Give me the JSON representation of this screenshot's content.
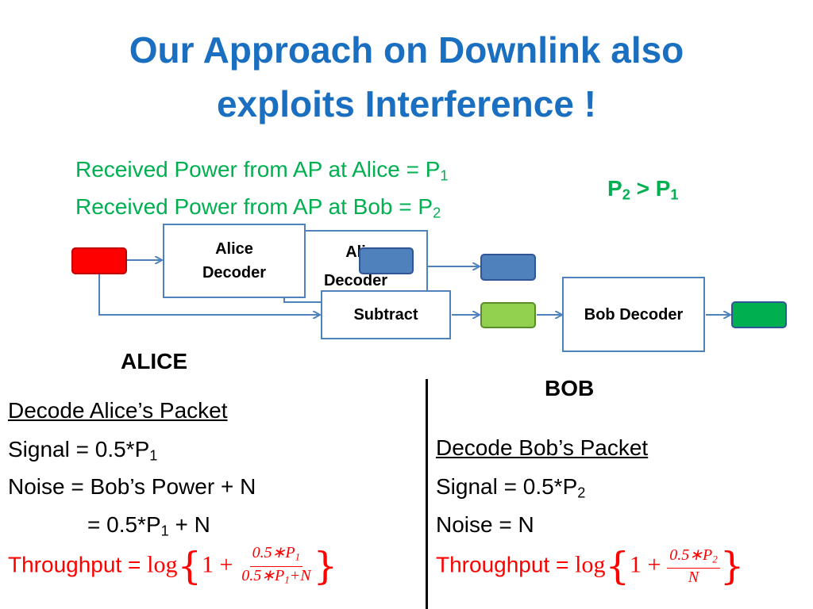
{
  "title": {
    "line1": "Our Approach on Downlink also",
    "line2": "exploits Interference !"
  },
  "received": {
    "alice_text": "Received Power from AP at Alice = P",
    "alice_sub": "1",
    "bob_text": "Received Power from AP at Bob = P",
    "bob_sub": "2"
  },
  "relation": {
    "p": "P",
    "left_sub": "2",
    "op": " > P",
    "right_sub": "1"
  },
  "diagram": {
    "alice_decoder_front": {
      "line1": "Alice",
      "line2": "Decoder"
    },
    "alice_decoder_back": {
      "line1": "Ali",
      "line2": "Decoder"
    },
    "subtract": "Subtract",
    "bob_decoder": "Bob Decoder",
    "colors": {
      "input_packet": "#ff0000",
      "decoded_alice": "#4f81bd",
      "residual": "#92d050",
      "decoded_bob": "#00b050",
      "arrow": "#4f81bd"
    }
  },
  "alice": {
    "label": "ALICE",
    "heading": "Decode Alice’s Packet",
    "signal": "Signal = 0.5*P",
    "signal_sub": "1",
    "noise": "Noise = Bob’s Power + N",
    "noise2_pre": "= 0.5*P",
    "noise2_sub": "1",
    "noise2_post": " + N",
    "throughput_label": "Throughput = ",
    "log": "log",
    "one_plus": "1 +",
    "frac_num_pre": "0.5∗P",
    "frac_num_sub": "1",
    "frac_den_pre": "0.5∗P",
    "frac_den_sub": "1",
    "frac_den_post": "+N"
  },
  "bob": {
    "label": "BOB",
    "heading": "Decode Bob’s Packet",
    "signal": "Signal = 0.5*P",
    "signal_sub": "2",
    "noise": "Noise = N",
    "throughput_label": "Throughput = ",
    "log": "log",
    "one_plus": "1 +",
    "frac_num_pre": "0.5∗P",
    "frac_num_sub": "2",
    "frac_den": "N"
  }
}
